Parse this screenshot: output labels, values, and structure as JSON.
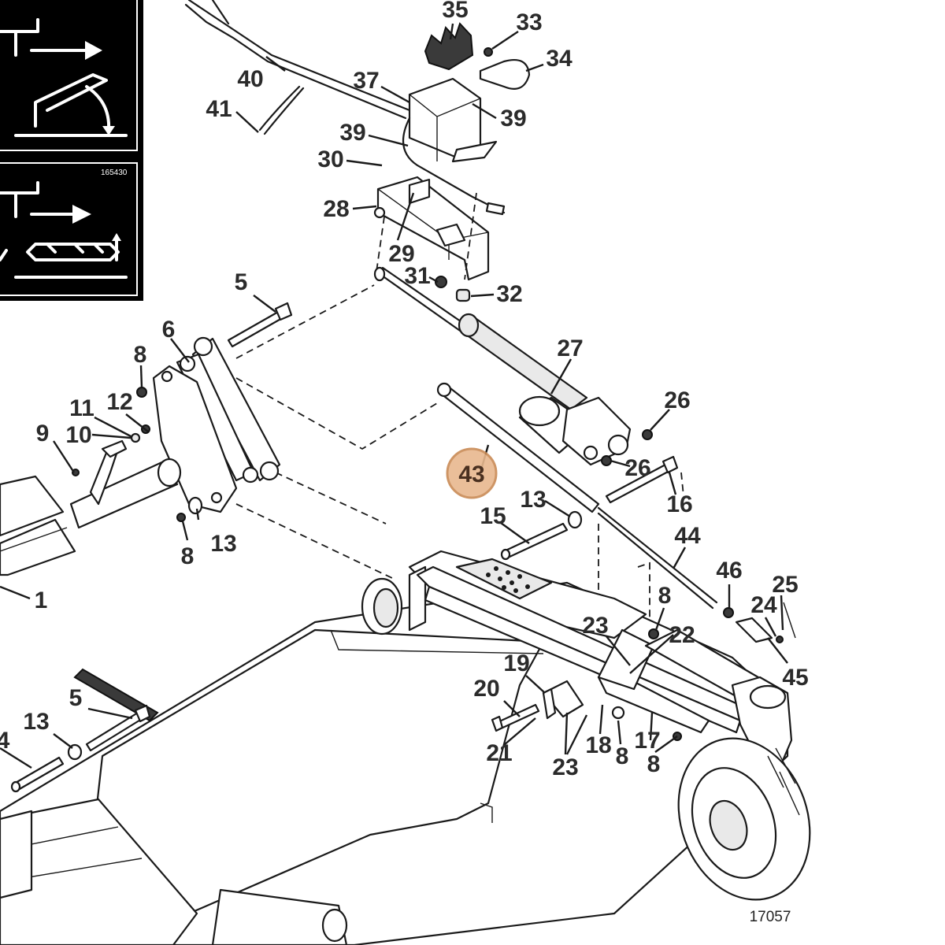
{
  "diagram": {
    "figure_number": "17057",
    "decal_number": "165430",
    "highlight_color": "#e8b88e",
    "highlight_stroke": "#c98a55",
    "callouts": [
      {
        "label": "35"
      },
      {
        "label": "33"
      },
      {
        "label": "34"
      },
      {
        "label": "40"
      },
      {
        "label": "37"
      },
      {
        "label": "41"
      },
      {
        "label": "39"
      },
      {
        "label": "39"
      },
      {
        "label": "30"
      },
      {
        "label": "28"
      },
      {
        "label": "29"
      },
      {
        "label": "31"
      },
      {
        "label": "32"
      },
      {
        "label": "5"
      },
      {
        "label": "6"
      },
      {
        "label": "8"
      },
      {
        "label": "27"
      },
      {
        "label": "26"
      },
      {
        "label": "11"
      },
      {
        "label": "12"
      },
      {
        "label": "9"
      },
      {
        "label": "10"
      },
      {
        "label": "43",
        "highlighted": true
      },
      {
        "label": "26"
      },
      {
        "label": "16"
      },
      {
        "label": "13"
      },
      {
        "label": "15"
      },
      {
        "label": "13"
      },
      {
        "label": "8"
      },
      {
        "label": "44"
      },
      {
        "label": "1"
      },
      {
        "label": "46"
      },
      {
        "label": "25"
      },
      {
        "label": "24"
      },
      {
        "label": "8"
      },
      {
        "label": "23"
      },
      {
        "label": "22"
      },
      {
        "label": "45"
      },
      {
        "label": "19"
      },
      {
        "label": "20"
      },
      {
        "label": "5"
      },
      {
        "label": "13"
      },
      {
        "label": "4"
      },
      {
        "label": "18"
      },
      {
        "label": "17"
      },
      {
        "label": "21"
      },
      {
        "label": "23"
      },
      {
        "label": "8"
      },
      {
        "label": "8"
      }
    ]
  }
}
